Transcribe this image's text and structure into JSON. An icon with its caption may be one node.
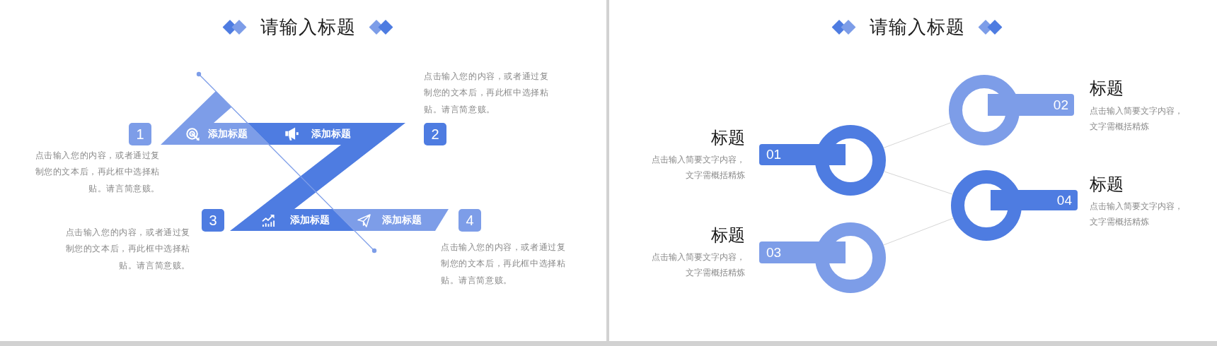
{
  "diagram": {
    "nodes": [
      {
        "text": [
          "请输入标题"
        ]
      },
      {
        "text": [
          "1"
        ],
        "beside": [
          "点击输入您的内容，或者通过复制您的文本后，再此框中选择粘贴。请言简意赅。"
        ],
        "in": 0
      },
      {
        "text": [
          "添加标题"
        ],
        "in": 0
      },
      {
        "text": [
          "添加标题"
        ],
        "in": 0
      },
      {
        "text": [
          "2"
        ],
        "beside": [
          "点击输入您的内容，或者通过复制您的文本后，再此框中选择粘贴。请言简意赅。"
        ],
        "in": 0
      },
      {
        "text": [
          "3"
        ],
        "beside": [
          "点击输入您的内容，或者通过复制您的文本后，再此框中选择粘贴。请言简意赅。"
        ],
        "in": 0
      },
      {
        "text": [
          "添加标题"
        ],
        "in": 0
      },
      {
        "text": [
          "添加标题"
        ],
        "in": 0
      },
      {
        "text": [
          "4"
        ],
        "beside": [
          "点击输入您的内容，或者通过复制您的文本后，再此框中选择粘贴。请言简意赅。"
        ],
        "in": 0
      },
      {
        "text": [
          "请输入标题"
        ]
      },
      {
        "text": [
          "01"
        ],
        "beside": [
          "标题",
          "点击输入简要文字内容，文字需概括精炼"
        ],
        "in": 9
      },
      {
        "text": [
          "02"
        ],
        "beside": [
          "标题",
          "点击输入简要文字内容，文字需概括精炼"
        ],
        "in": 9
      },
      {
        "text": [
          "03"
        ],
        "beside": [
          "标题",
          "点击输入简要文字内容，文字需概括精炼"
        ],
        "in": 9
      },
      {
        "text": [
          "04"
        ],
        "beside": [
          "标题",
          "点击输入简要文字内容，文字需概括精炼"
        ],
        "in": 9
      }
    ],
    "edges": [
      {
        "from": 10,
        "to": 11,
        "arrow": "none"
      },
      {
        "from": 10,
        "to": 13,
        "arrow": "none"
      },
      {
        "from": 12,
        "to": 13,
        "arrow": "none"
      }
    ]
  }
}
